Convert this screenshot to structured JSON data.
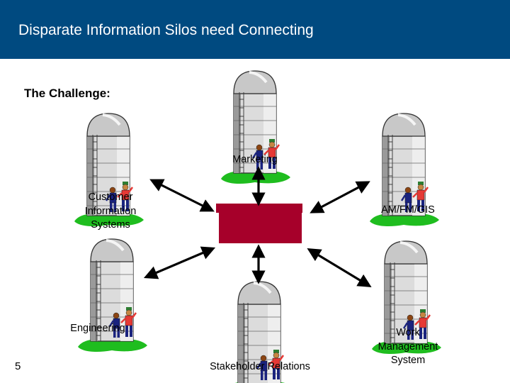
{
  "header": {
    "title": "Disparate Information Silos need Connecting"
  },
  "subtitle": "The Challenge:",
  "hub": {
    "color": "#a6002a"
  },
  "colors": {
    "header_bg": "#004a80",
    "grass": "#1fbd1f"
  },
  "silos": [
    {
      "id": "marketing",
      "label": "Marketing"
    },
    {
      "id": "customer-info",
      "label": "Customer\nInformation\nSystems"
    },
    {
      "id": "amfm-gis",
      "label": "AM/FM/GIS"
    },
    {
      "id": "engineering",
      "label": "Engineering"
    },
    {
      "id": "stakeholder",
      "label": "Stakeholder Relations"
    },
    {
      "id": "work-management",
      "label": "Work\nManagement\nSystem"
    }
  ],
  "icons": {
    "silo": "grain-silo-icon",
    "people": "farmers-icon",
    "connector": "double-arrow-icon"
  },
  "page_number": "5"
}
